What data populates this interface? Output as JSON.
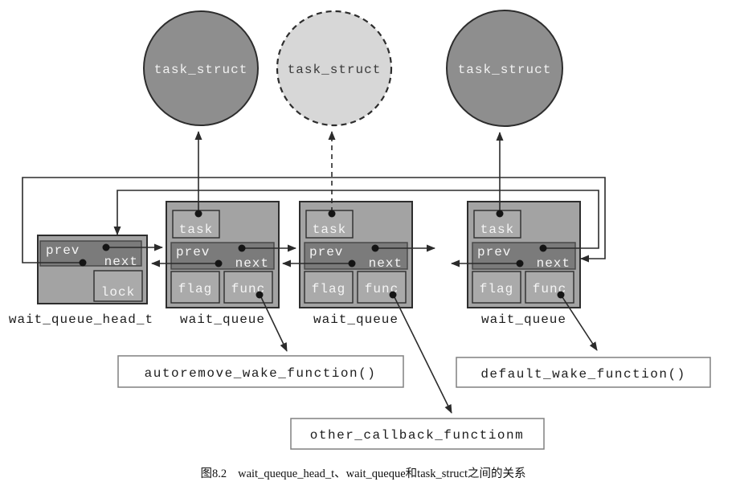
{
  "figure": {
    "circles": [
      {
        "label": "task_struct",
        "variant": "solid"
      },
      {
        "label": "task_struct",
        "variant": "dashed"
      },
      {
        "label": "task_struct",
        "variant": "solid"
      }
    ],
    "head": {
      "prev": "prev",
      "next": "next",
      "lock": "lock",
      "label": "wait_queue_head_t"
    },
    "nodes": [
      {
        "task": "task",
        "prev": "prev",
        "next": "next",
        "flag": "flag",
        "func": "func",
        "label": "wait_queue"
      },
      {
        "task": "task",
        "prev": "prev",
        "next": "next",
        "flag": "flag",
        "func": "func",
        "label": "wait_queue"
      },
      {
        "task": "task",
        "prev": "prev",
        "next": "next",
        "flag": "flag",
        "func": "func",
        "label": "wait_queue"
      }
    ],
    "callouts": {
      "autoremove": "autoremove_wake_function()",
      "other": "other_callback_functionm",
      "default": "default_wake_function()"
    },
    "caption": {
      "number": "图8.2",
      "text": "wait_queque_head_t、wait_queque和task_struct之间的关系"
    },
    "colors": {
      "circle_fill": "#8e8e8e",
      "circle_dashed_fill": "#d7d7d7",
      "node_fill": "#a3a3a3",
      "bar_fill": "#7b7b7b",
      "cell_fill": "#aaaaaa",
      "line": "#2b2b2b",
      "callout_border": "#808080"
    }
  }
}
